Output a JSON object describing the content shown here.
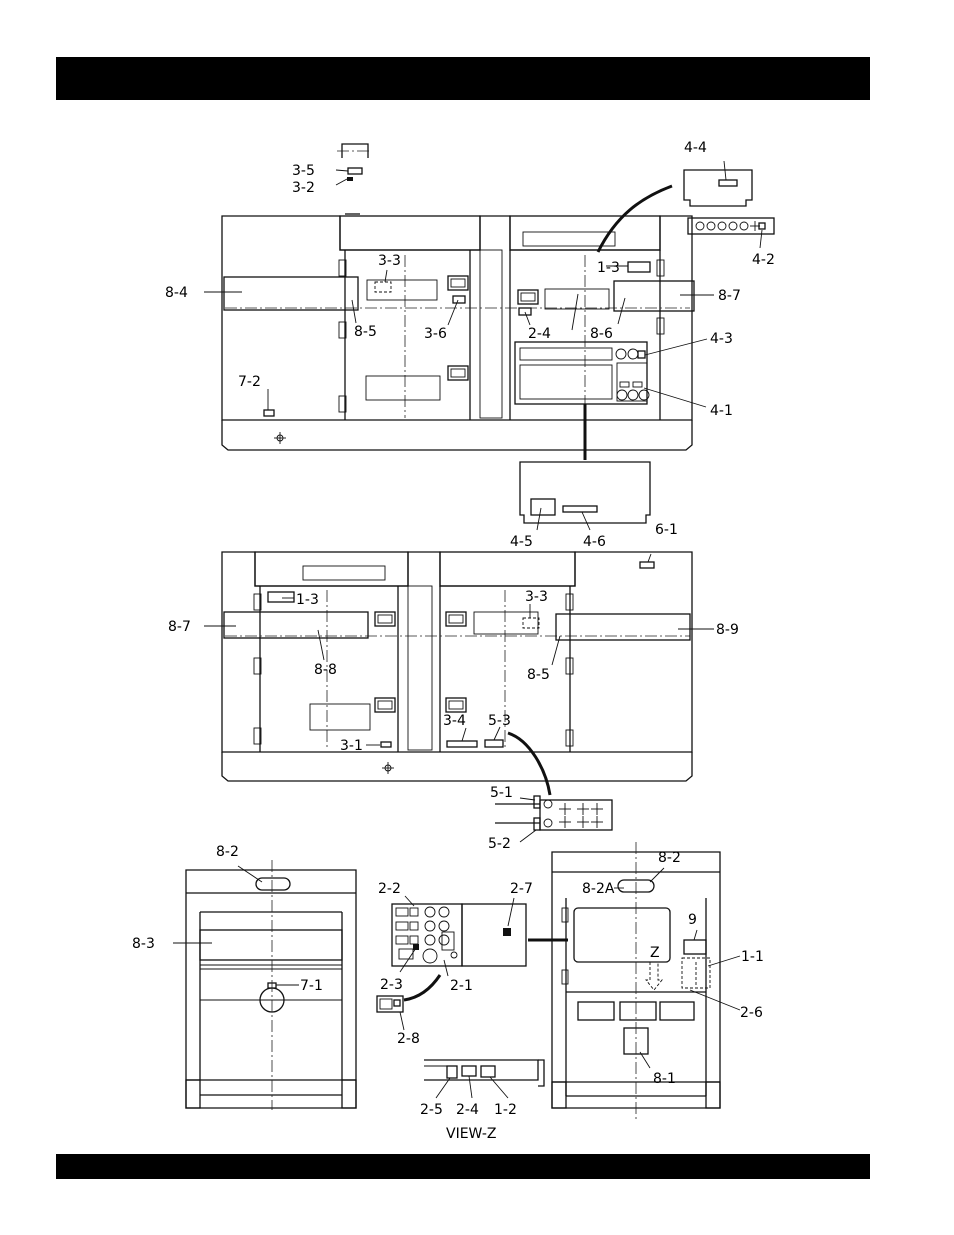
{
  "labels": {
    "l_3_5": "3-5",
    "l_3_2": "3-2",
    "l_4_4": "4-4",
    "l_4_2": "4-2",
    "l_3_3a": "3-3",
    "l_1_3a": "1-3",
    "l_8_4": "8-4",
    "l_8_7a": "8-7",
    "l_8_5a": "8-5",
    "l_3_6": "3-6",
    "l_2_4a": "2-4",
    "l_8_6": "8-6",
    "l_4_3": "4-3",
    "l_7_2": "7-2",
    "l_4_1": "4-1",
    "l_4_5": "4-5",
    "l_4_6": "4-6",
    "l_6_1": "6-1",
    "l_1_3b": "1-3",
    "l_3_3b": "3-3",
    "l_8_7b": "8-7",
    "l_8_9": "8-9",
    "l_8_8": "8-8",
    "l_8_5b": "8-5",
    "l_3_4": "3-4",
    "l_5_3": "5-3",
    "l_3_1": "3-1",
    "l_5_1": "5-1",
    "l_5_2": "5-2",
    "l_8_2a": "8-2",
    "l_8_2b": "8-2",
    "l_8_2A": "8-2A",
    "l_8_3": "8-3",
    "l_2_2": "2-2",
    "l_2_7": "2-7",
    "l_9": "9",
    "l_z": "Z",
    "l_1_1": "1-1",
    "l_7_1": "7-1",
    "l_2_3": "2-3",
    "l_2_1": "2-1",
    "l_2_6": "2-6",
    "l_2_8": "2-8",
    "l_8_1": "8-1",
    "l_2_5": "2-5",
    "l_2_4b": "2-4",
    "l_1_2": "1-2",
    "l_view_z": "VIEW-Z"
  }
}
